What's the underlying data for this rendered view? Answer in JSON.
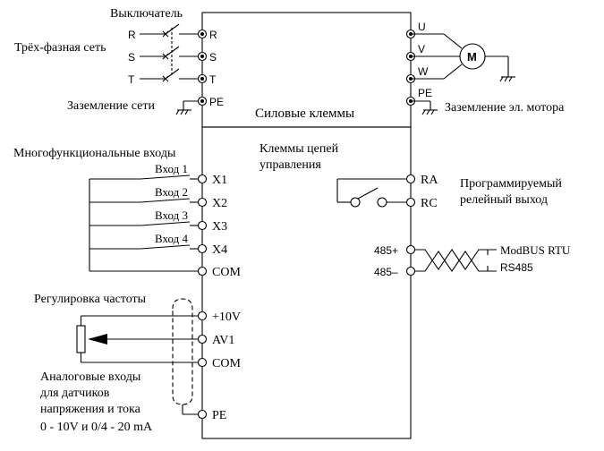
{
  "power": {
    "switch_label": "Выключатель",
    "grid_label": "Трёх-фазная сеть",
    "grid_ground_label": "Заземление сети",
    "section_label": "Силовые клеммы",
    "motor_ground_label": "Заземление эл. мотора",
    "motor_symbol": "M",
    "input_phases": [
      "R",
      "S",
      "T"
    ],
    "input_terminals": [
      "R",
      "S",
      "T",
      "PE"
    ],
    "output_terminals": [
      "U",
      "V",
      "W",
      "PE"
    ]
  },
  "control": {
    "section_label_line1": "Клеммы цепей",
    "section_label_line2": "управления",
    "digital_inputs_label": "Многофункциональные входы",
    "inputs": [
      "Вход 1",
      "Вход 2",
      "Вход 3",
      "Вход 4"
    ],
    "digital_terminals": [
      "X1",
      "X2",
      "X3",
      "X4",
      "COM"
    ],
    "freq_label": "Регулировка частоты",
    "analog_terminals": [
      "+10V",
      "AV1",
      "COM",
      "PE"
    ],
    "analog_desc": [
      "Аналоговые входы",
      "для датчиков",
      "напряжения и тока",
      "0 - 10V и 0/4 - 20 mA"
    ],
    "relay_terminals": [
      "RA",
      "RC"
    ],
    "relay_label_line1": "Программируемый",
    "relay_label_line2": "релейный выход",
    "comm_terminals": [
      "485+",
      "485–"
    ],
    "comm_label_1": "ModBUS RTU",
    "comm_label_2": "RS485"
  }
}
